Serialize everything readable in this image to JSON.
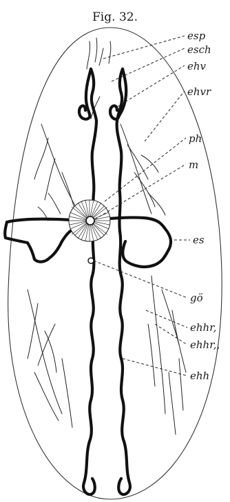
{
  "figure": {
    "title": "Fig. 32."
  },
  "labels": {
    "esp": "esp",
    "esch": "esch",
    "ehv": "ehv",
    "ehvr": "ehvr",
    "ph": "ph",
    "m": "m",
    "es": "es",
    "go": "gö",
    "ehhr1": "ehhr,",
    "ehhr2": "ehhr,,",
    "ehh": "ehh"
  }
}
